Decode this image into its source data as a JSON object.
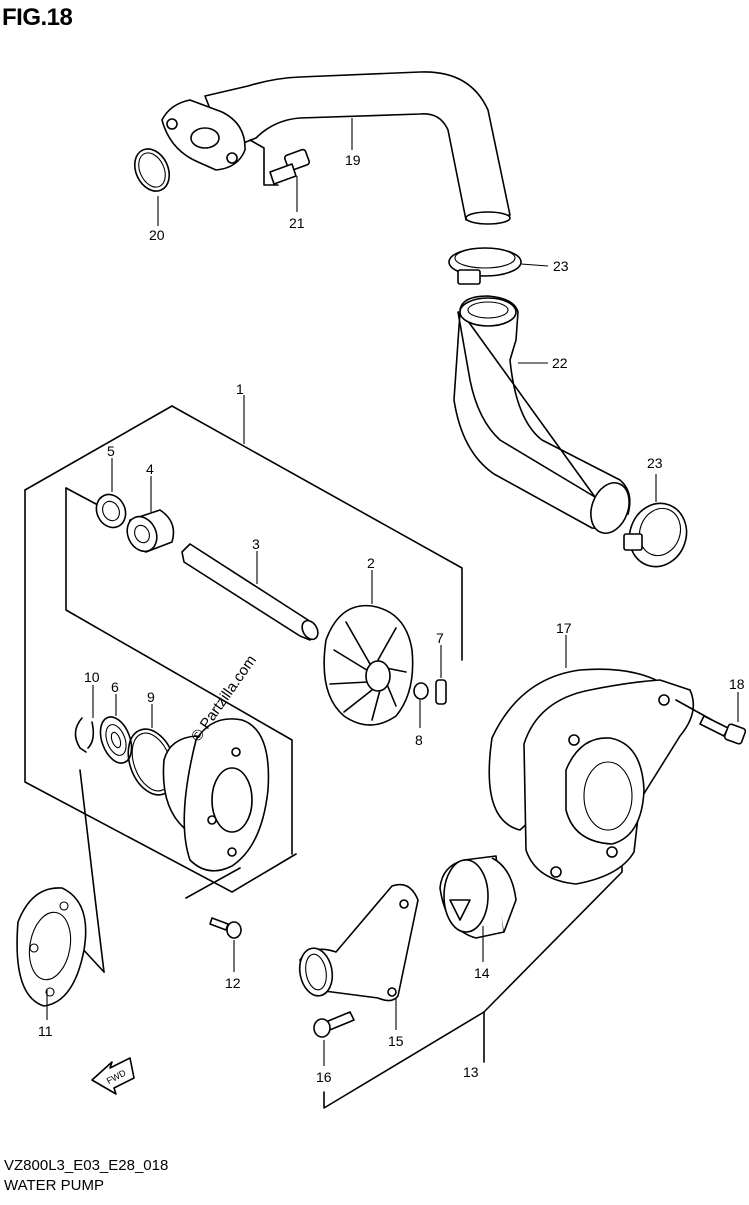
{
  "figure": {
    "label": "FIG.18"
  },
  "footer": {
    "code": "VZ800L3_E03_E28_018",
    "title": "WATER PUMP"
  },
  "watermark": {
    "text": "© Partzilla.com"
  },
  "fwd_arrow": {
    "text": "FWD"
  },
  "callouts": [
    "1",
    "2",
    "3",
    "4",
    "5",
    "6",
    "7",
    "8",
    "9",
    "10",
    "11",
    "12",
    "13",
    "14",
    "15",
    "16",
    "17",
    "18",
    "19",
    "20",
    "21",
    "22",
    "23",
    "23"
  ]
}
